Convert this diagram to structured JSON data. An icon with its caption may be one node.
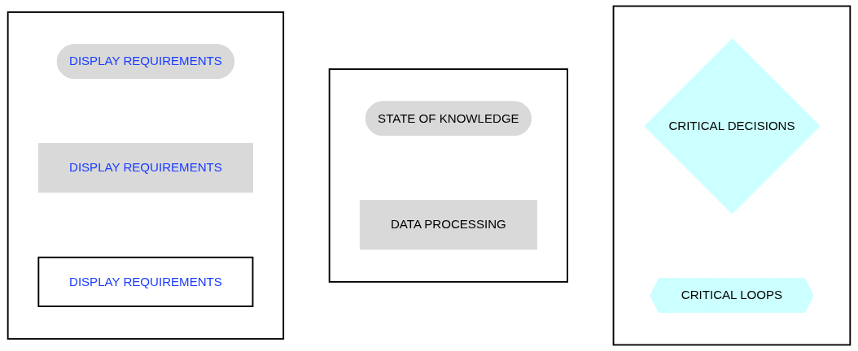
{
  "diagram": {
    "nodes": [
      {
        "text": [],
        "shape": "box"
      },
      {
        "text": [
          "CRITICAL DECISIONS"
        ],
        "in": 0
      },
      {
        "text": [
          "CRITICAL LOOPS"
        ],
        "in": 0
      },
      {
        "text": [],
        "shape": "box"
      },
      {
        "text": [
          "STATE OF KNOWLEDGE"
        ],
        "in": 3
      },
      {
        "text": [
          "DATA PROCESSING"
        ],
        "in": 3
      },
      {
        "text": [],
        "shape": "box"
      },
      {
        "text": [
          "DISPLAY REQUIREMENTS"
        ],
        "in": 6
      },
      {
        "text": [
          "DISPLAY REQUIREMENTS"
        ],
        "in": 6
      },
      {
        "text": [
          "DISPLAY REQUIREMENTS"
        ],
        "in": 6
      }
    ],
    "edges": []
  }
}
